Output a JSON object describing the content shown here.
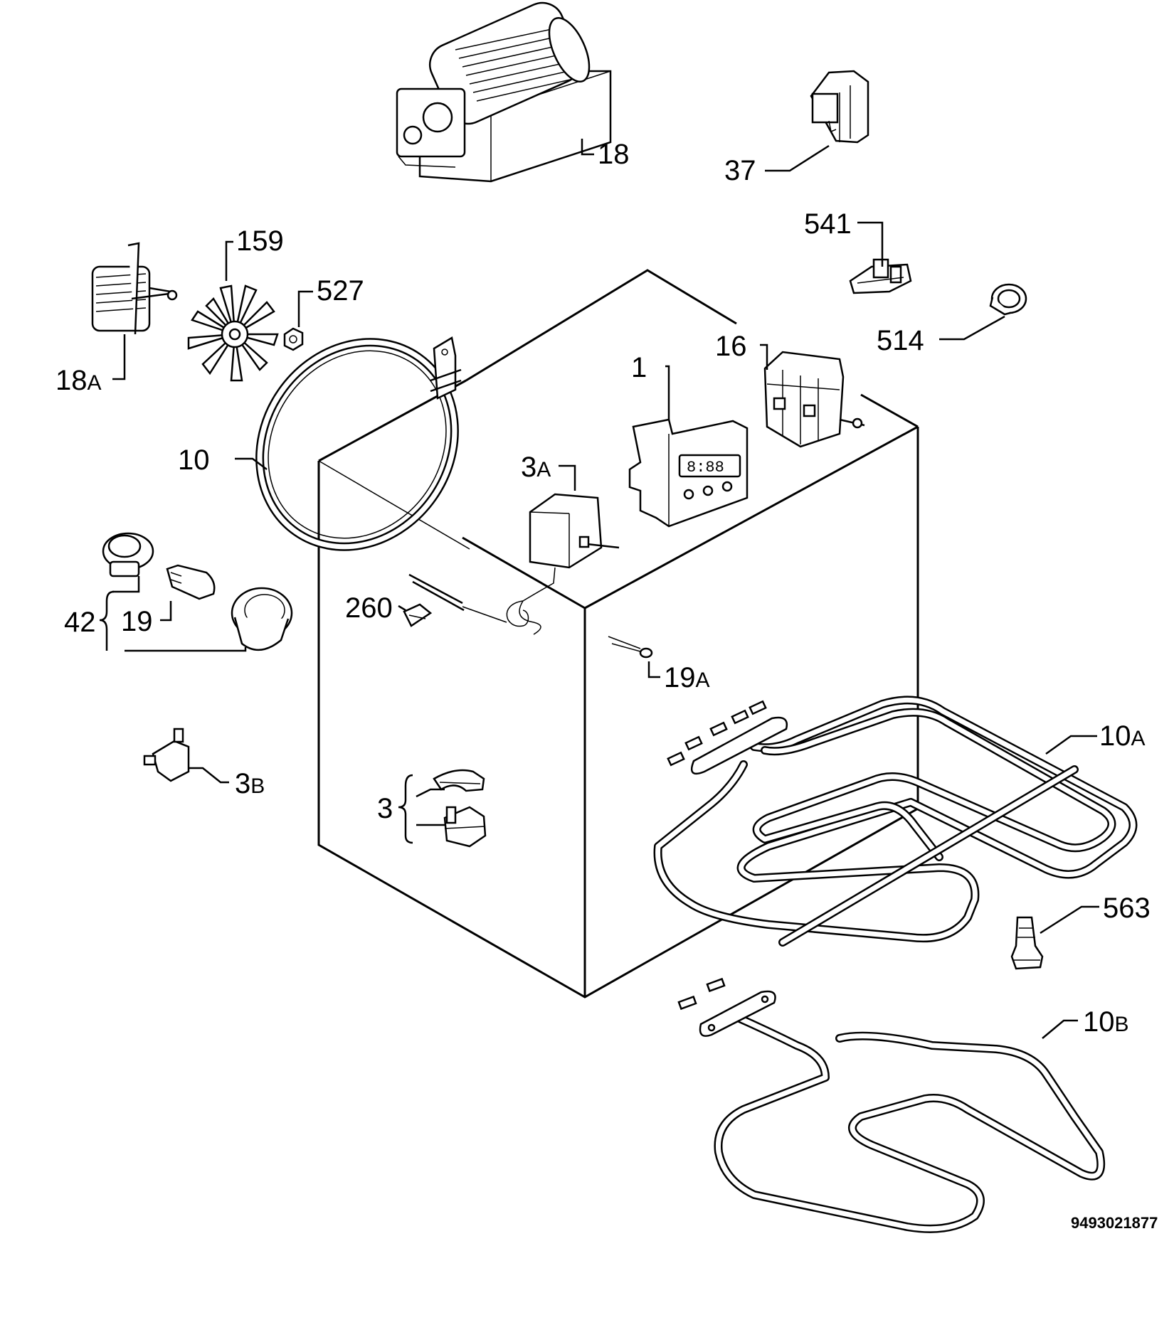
{
  "parts": [
    {
      "id": "fan-assembly",
      "label": "18"
    },
    {
      "id": "switch-37",
      "label": "37"
    },
    {
      "id": "part-541",
      "label": "541"
    },
    {
      "id": "fan-motor",
      "label": "18",
      "suffix": "A"
    },
    {
      "id": "fan-blade",
      "label": "159"
    },
    {
      "id": "nut-527",
      "label": "527"
    },
    {
      "id": "part-514",
      "label": "514"
    },
    {
      "id": "selector-switch",
      "label": "16"
    },
    {
      "id": "timer",
      "label": "1"
    },
    {
      "id": "circular-element",
      "label": "10"
    },
    {
      "id": "thermostat",
      "label": "3",
      "suffix": "A"
    },
    {
      "id": "lamp-group",
      "label": "42"
    },
    {
      "id": "lamp",
      "label": "19"
    },
    {
      "id": "clip-260",
      "label": "260"
    },
    {
      "id": "neon-lamp",
      "label": "19",
      "suffix": "A"
    },
    {
      "id": "grill-element",
      "label": "10",
      "suffix": "A"
    },
    {
      "id": "small-thermostat",
      "label": "3",
      "suffix": "B"
    },
    {
      "id": "thermal-cutout-group",
      "label": "3"
    },
    {
      "id": "foot-563",
      "label": "563"
    },
    {
      "id": "bottom-element",
      "label": "10",
      "suffix": "B"
    }
  ],
  "drawing_number": "9493021877"
}
